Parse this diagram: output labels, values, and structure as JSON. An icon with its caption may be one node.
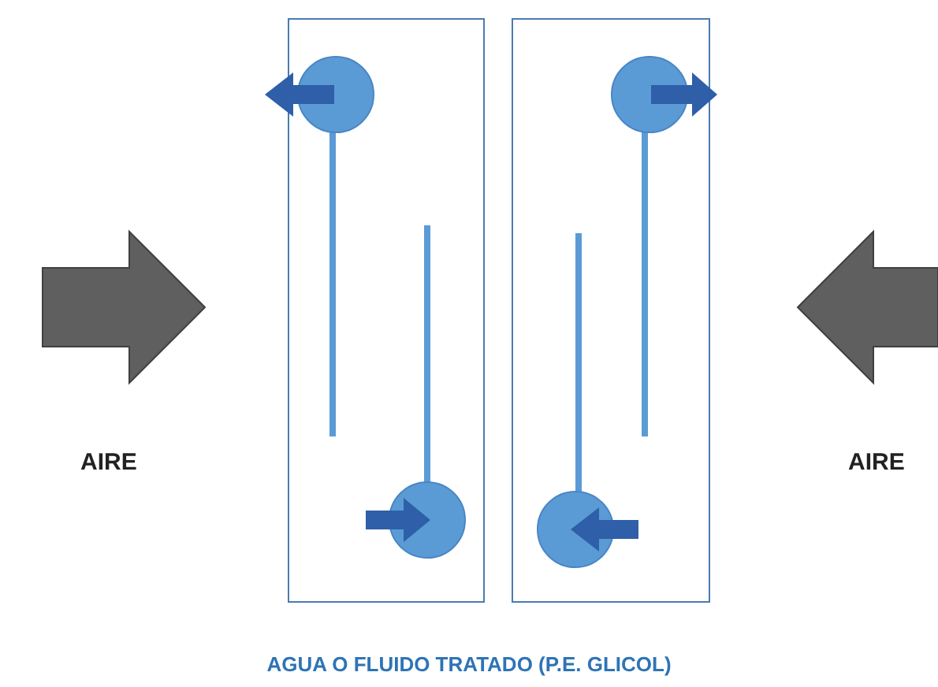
{
  "diagram": {
    "caption": "AGUA O FLUIDO TRATADO (P.E. GLICOL)",
    "labels": [
      "AIRE",
      "AIRE"
    ]
  }
}
